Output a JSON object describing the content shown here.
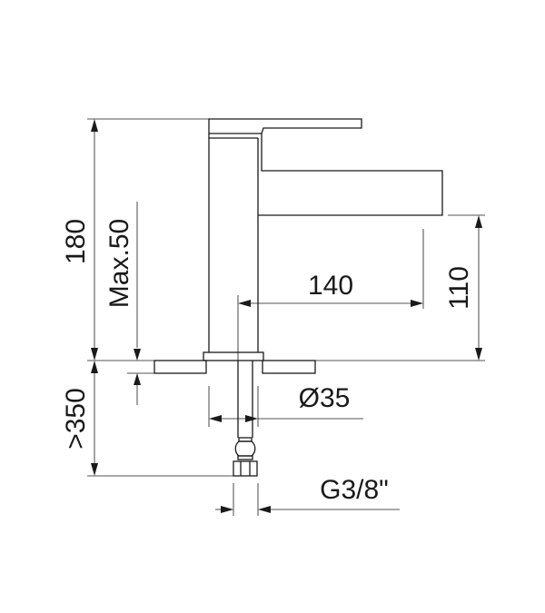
{
  "dimensions": {
    "total_height": "180",
    "max_deck_thickness": "Max.50",
    "spout_reach": "140",
    "spout_height": "110",
    "base_diameter": "Ø35",
    "hose_length": ">350",
    "connection_thread": "G3/8\""
  }
}
